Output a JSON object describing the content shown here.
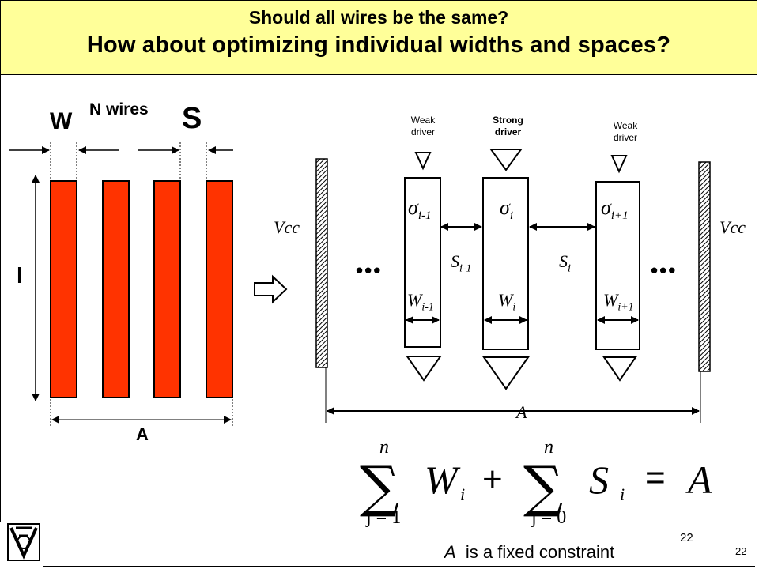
{
  "title": {
    "line1": "Should all wires be the same?",
    "line2": "How about optimizing individual widths and spaces?"
  },
  "left_figure": {
    "w_label": "W",
    "n_wires_label": "N wires",
    "s_label": "S",
    "l_label": "l",
    "a_label": "A",
    "wire_color": "#ff3300"
  },
  "right_figure": {
    "drivers": [
      {
        "line1": "Weak",
        "line2": "driver"
      },
      {
        "line1": "Strong",
        "line2": "driver"
      },
      {
        "line1": "Weak",
        "line2": "driver"
      }
    ],
    "vcc_left": "Vcc",
    "vcc_right": "Vcc",
    "dots": "•••",
    "sigma_labels": [
      "σ",
      "σ",
      "σ"
    ],
    "sigma_subs": [
      "i-1",
      "i",
      "i+1"
    ],
    "s_labels": [
      "S",
      "S"
    ],
    "s_subs": [
      "i-1",
      "i"
    ],
    "w_labels": [
      "W",
      "W",
      "W"
    ],
    "w_subs": [
      "i-1",
      "i",
      "i+1"
    ],
    "a_label": "A"
  },
  "equation": {
    "sum1_top": "n",
    "sum1_bottom": "j = 1",
    "term1": "W",
    "term1_sub": "i",
    "plus": "+",
    "sum2_top": "n",
    "sum2_bottom": "j = 0",
    "term2": "S",
    "term2_sub": "i",
    "equals": "=",
    "rhs": "A"
  },
  "footer": {
    "constraint_var": "A",
    "constraint_text": "is a fixed constraint",
    "page_number_inner": "22",
    "page_number_outer": "22"
  },
  "logo": "technion-logo"
}
